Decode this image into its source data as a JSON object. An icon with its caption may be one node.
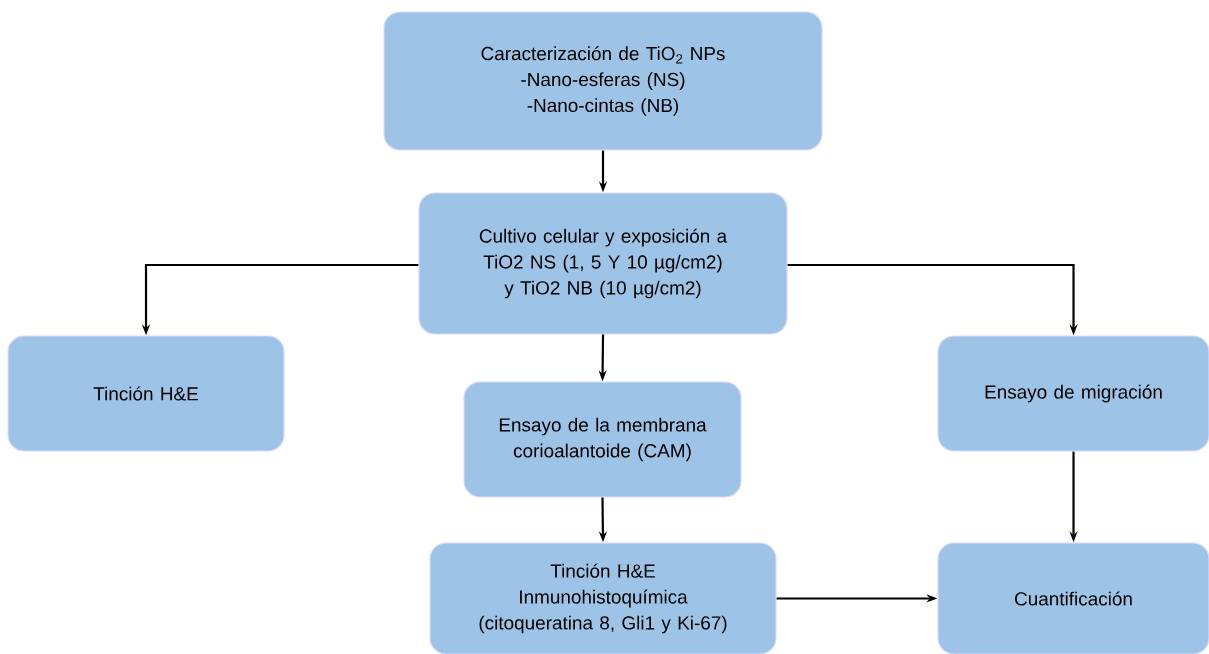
{
  "diagram": {
    "nodes": [
      {
        "text": [
          "Caracterización de TiO$_{2}$ NPs",
          "-Nano-esferas (NS)",
          "-Nano-cintas (NB)"
        ]
      },
      {
        "text": [
          "Cultivo celular y exposición a TiO2 NS (1, 5 Y 10 µg/cm2) y TiO2 NB (10 µg/cm2)"
        ]
      },
      {
        "text": [
          "Tinción H&E"
        ]
      },
      {
        "text": [
          "Ensayo de la membrana corioalantoide (CAM)"
        ]
      },
      {
        "text": [
          "Ensayo de migración"
        ]
      },
      {
        "text": [
          "Tinción H&E",
          "Inmunohistoquímica",
          "(citoqueratina 8, Gli1 y Ki-67)"
        ]
      },
      {
        "text": [
          "Cuantificación"
        ]
      }
    ],
    "edges": [
      {
        "from": 0,
        "to": 1,
        "arrow": "to"
      },
      {
        "from": 1,
        "to": 2,
        "arrow": "to"
      },
      {
        "from": 1,
        "to": 3,
        "arrow": "to"
      },
      {
        "from": 1,
        "to": 4,
        "arrow": "to"
      },
      {
        "from": 3,
        "to": 5,
        "arrow": "to"
      },
      {
        "from": 4,
        "to": 6,
        "arrow": "to"
      },
      {
        "from": 5,
        "to": 6,
        "arrow": "to"
      }
    ]
  }
}
